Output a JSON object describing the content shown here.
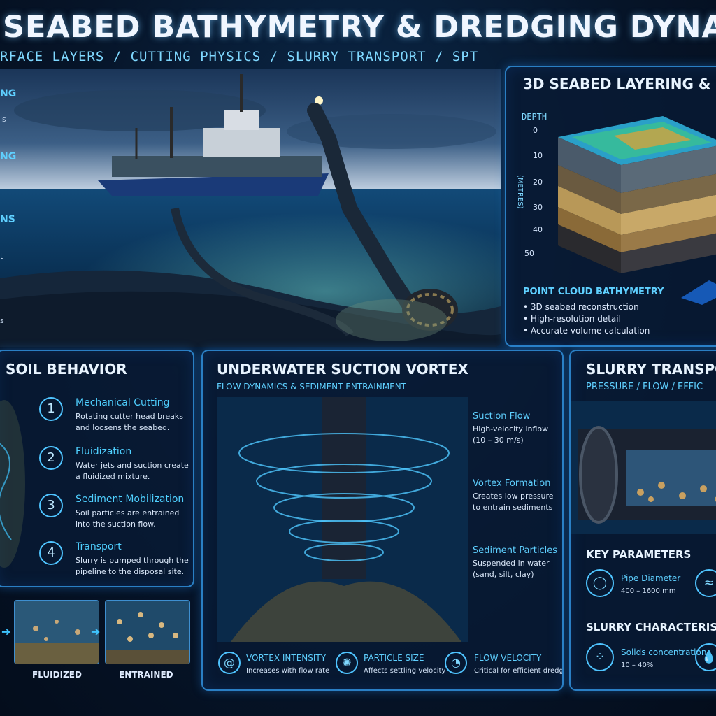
{
  "header": {
    "title": "SEABED BATHYMETRY & DREDGING DYNAMICS",
    "subtitle": "RFACE LAYERS / CUTTING PHYSICS / SLURRY TRANSPORT / SPT"
  },
  "hero": {
    "side_labels": [
      "NG",
      "NG",
      "NS"
    ],
    "side_small": [
      "ls",
      "t",
      "s"
    ]
  },
  "layers": {
    "title": "3D SEABED LAYERING &",
    "depth_label": "DEPTH",
    "units": "(METRES)",
    "ticks": [
      "0",
      "10",
      "20",
      "30",
      "40",
      "50"
    ],
    "point_cloud": {
      "title": "POINT CLOUD BATHYMETRY",
      "items": [
        "• 3D seabed reconstruction",
        "• High-resolution detail",
        "• Accurate volume calculation"
      ]
    }
  },
  "soil": {
    "title": "SOIL BEHAVIOR",
    "steps": [
      {
        "num": "1",
        "title": "Mechanical Cutting",
        "desc": "Rotating cutter head breaks and loosens the seabed."
      },
      {
        "num": "2",
        "title": "Fluidization",
        "desc": "Water jets and suction create a fluidized mixture."
      },
      {
        "num": "3",
        "title": "Sediment Mobilization",
        "desc": "Soil particles are entrained into the suction flow."
      },
      {
        "num": "4",
        "title": "Transport",
        "desc": "Slurry is pumped through the pipeline to the disposal site."
      }
    ],
    "thumbs": [
      "FLUIDIZED",
      "ENTRAINED"
    ]
  },
  "vortex": {
    "title": "UNDERWATER SUCTION VORTEX",
    "subtitle": "FLOW DYNAMICS & SEDIMENT ENTRAINMENT",
    "annotations": [
      {
        "title": "Suction Flow",
        "desc": "High-velocity inflow (10 – 30 m/s)"
      },
      {
        "title": "Vortex Formation",
        "desc": "Creates low pressure to entrain sediments"
      },
      {
        "title": "Sediment Particles",
        "desc": "Suspended in water (sand, silt, clay)"
      }
    ],
    "metrics": [
      {
        "title": "VORTEX INTENSITY",
        "desc": "Increases with flow rate"
      },
      {
        "title": "PARTICLE SIZE",
        "desc": "Affects settling velocity"
      },
      {
        "title": "FLOW VELOCITY",
        "desc": "Critical for efficient dredging"
      }
    ]
  },
  "slurry": {
    "title": "SLURRY TRANSPO",
    "subtitle": "PRESSURE / FLOW / EFFIC",
    "key_parameters": "KEY PARAMETERS",
    "pipe_title": "Pipe Diameter",
    "pipe_desc": "400 – 1600 mm",
    "characteristics": "SLURRY CHARACTERISTICS",
    "solids_title": "Solids concentration",
    "solids_desc": "10 – 40%"
  },
  "colors": {
    "accent": "#4fc4ff",
    "border": "#2a7fc4",
    "background": "#061428"
  }
}
